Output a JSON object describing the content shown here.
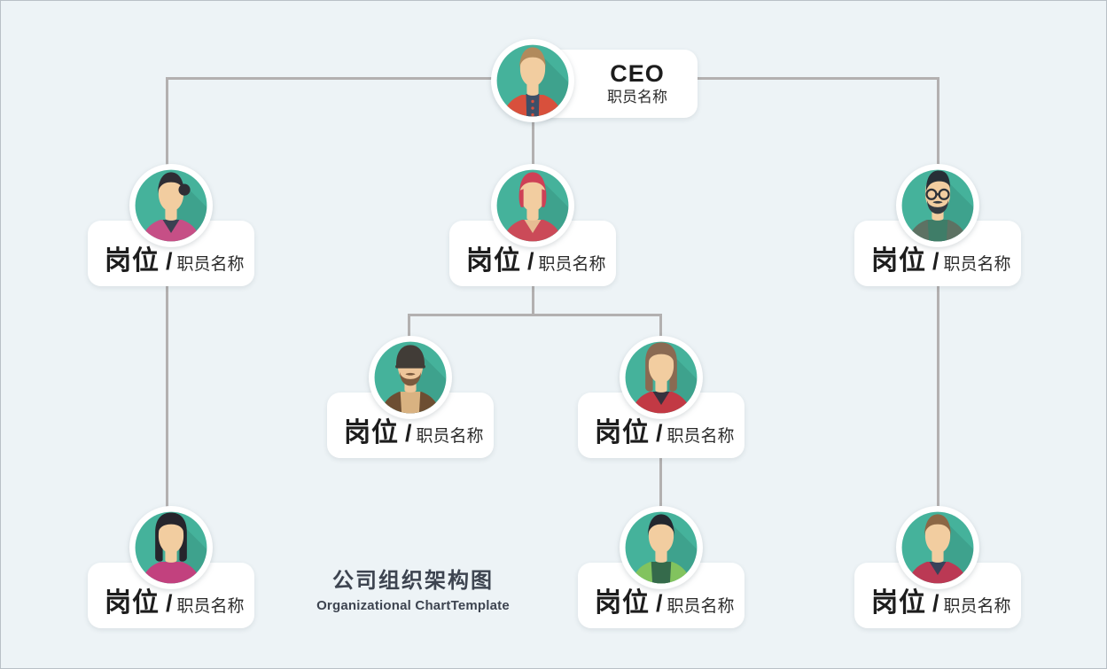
{
  "colors": {
    "background": "#edf3f6",
    "connector": "#b3b0b0",
    "card": "#ffffff",
    "avatar_background": "#45b29b",
    "avatar_ring": "#ffffff",
    "role_text": "#1d1d1d",
    "name_text": "#2b2b2b",
    "title_text": "#3d4450"
  },
  "title_block": {
    "title_cn": "公司组织架构图",
    "title_en": "Organizational ChartTemplate"
  },
  "ceo": {
    "role": "CEO",
    "name": "职员名称",
    "avatar": {
      "style": "short",
      "skin": "#f2cda0",
      "hair": "#b18a5c",
      "shirt": "#d8503c",
      "inner": "#3d4f68",
      "buttons": true
    }
  },
  "nodes": [
    {
      "id": "l2-left",
      "role": "岗位",
      "separator": "/",
      "name": "职员名称",
      "avatar": {
        "style": "bun",
        "skin": "#f2cda0",
        "hair": "#2e2d34",
        "shirt": "#c64f86",
        "inner": "#3b4152"
      }
    },
    {
      "id": "l2-center",
      "role": "岗位",
      "separator": "/",
      "name": "职员名称",
      "avatar": {
        "style": "side",
        "skin": "#f2cda0",
        "hair": "#ce4156",
        "shirt": "#cb4a58",
        "inner": "#e7bd93"
      }
    },
    {
      "id": "l2-right",
      "role": "岗位",
      "separator": "/",
      "name": "职员名称",
      "avatar": {
        "style": "undercut",
        "skin": "#f2cda0",
        "hair": "#272f36",
        "shirt": "#3f7d68",
        "jacket": "#5d7263",
        "beard": "#343a41",
        "glasses": true
      }
    },
    {
      "id": "l3-left",
      "role": "岗位",
      "separator": "/",
      "name": "职员名称",
      "avatar": {
        "style": "cap",
        "skin": "#eec69a",
        "cap": "#413c37",
        "beard": "#7b5a3e",
        "shirt": "#d9b281",
        "jacket": "#6d4e32"
      }
    },
    {
      "id": "l3-right",
      "role": "岗位",
      "separator": "/",
      "name": "职员名称",
      "avatar": {
        "style": "long",
        "skin": "#f2cda0",
        "hair": "#8a6a52",
        "shirt": "#c23944",
        "inner": "#37323e"
      }
    },
    {
      "id": "l4-left",
      "role": "岗位",
      "separator": "/",
      "name": "职员名称",
      "avatar": {
        "style": "long",
        "skin": "#f2cda0",
        "hair": "#26252c",
        "shirt": "#c2417e"
      }
    },
    {
      "id": "l4-center",
      "role": "岗位",
      "separator": "/",
      "name": "职员名称",
      "avatar": {
        "style": "short",
        "skin": "#f2cda0",
        "hair": "#23272e",
        "shirt": "#356a4b",
        "jacket": "#82c35e"
      }
    },
    {
      "id": "l4-right",
      "role": "岗位",
      "separator": "/",
      "name": "职员名称",
      "avatar": {
        "style": "short",
        "skin": "#f2cda0",
        "hair": "#8c6745",
        "shirt": "#bb3954",
        "inner": "#39425a"
      }
    }
  ],
  "hierarchy_edges": [
    [
      "ceo",
      "l2-left"
    ],
    [
      "ceo",
      "l2-center"
    ],
    [
      "ceo",
      "l2-right"
    ],
    [
      "l2-center",
      "l3-left"
    ],
    [
      "l2-center",
      "l3-right"
    ],
    [
      "l2-left",
      "l4-left"
    ],
    [
      "l3-right",
      "l4-center"
    ],
    [
      "l2-right",
      "l4-right"
    ]
  ]
}
